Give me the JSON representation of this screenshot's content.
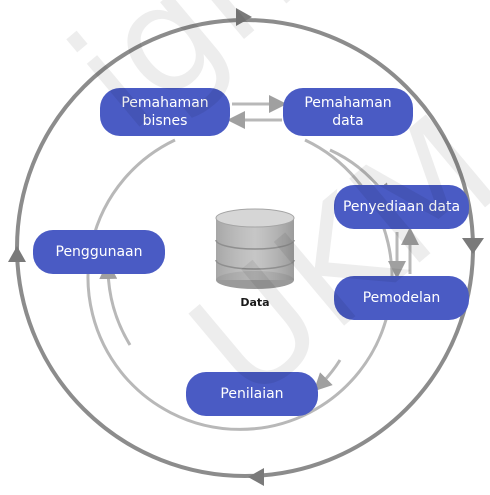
{
  "nodes": {
    "business_understanding": "Pemahaman\nbisnes",
    "data_understanding": "Pemahaman\ndata",
    "data_preparation": "Penyediaan data",
    "modeling": "Pemodelan",
    "evaluation": "Penilaian",
    "deployment": "Penggunaan"
  },
  "center": {
    "label": "Data"
  },
  "watermark": {
    "line1": "ight@E",
    "line2": "UKM"
  },
  "colors": {
    "node": "#4a5bc4",
    "arrow": "#8c8c8c",
    "node_text": "#ffffff"
  }
}
